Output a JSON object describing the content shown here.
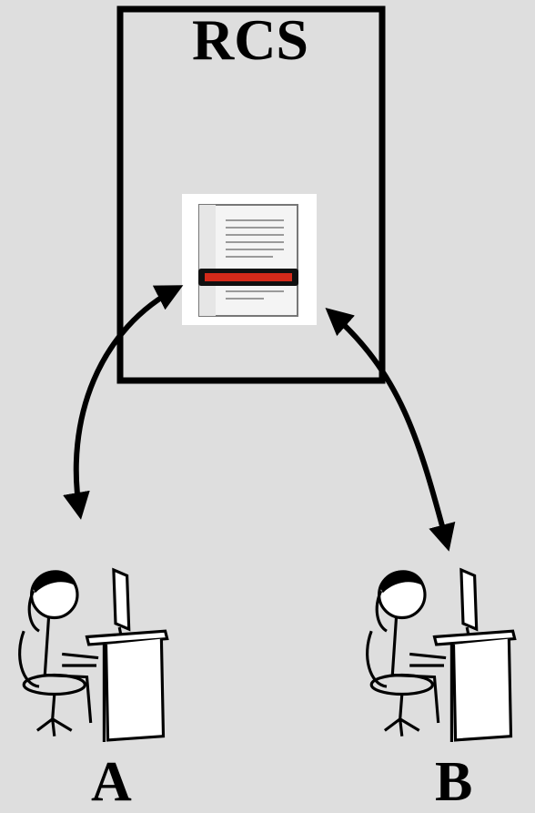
{
  "server": {
    "label": "RCS"
  },
  "users": [
    {
      "label": "A",
      "icon": "person-at-computer-icon"
    },
    {
      "label": "B",
      "icon": "person-at-computer-icon"
    }
  ],
  "document": {
    "icon": "document-icon",
    "highlight_color": "#d42a1a"
  },
  "connections": [
    {
      "from": "A",
      "to": "document",
      "style": "double-headed-arrow"
    },
    {
      "from": "B",
      "to": "document",
      "style": "double-headed-arrow"
    }
  ],
  "colors": {
    "background": "#dedede",
    "stroke": "#000000"
  }
}
